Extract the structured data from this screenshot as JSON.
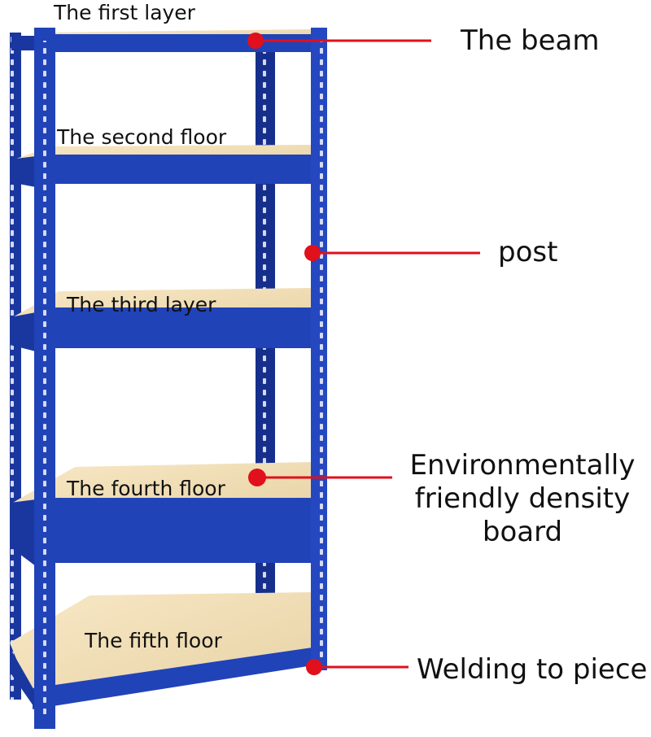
{
  "colors": {
    "rack_blue": "#1f3fb0",
    "rack_blue_dark": "#12257a",
    "board": "#f2dfb8",
    "callout": "#e0101c"
  },
  "shelves": {
    "first": "The first layer",
    "second": "The second floor",
    "third": "The third layer",
    "fourth": "The fourth floor",
    "fifth": "The fifth floor"
  },
  "callouts": {
    "beam": "The beam",
    "post": "post",
    "board_line1": "Environmentally",
    "board_line2": "friendly density",
    "board_line3": "board",
    "welding": "Welding to piece"
  }
}
